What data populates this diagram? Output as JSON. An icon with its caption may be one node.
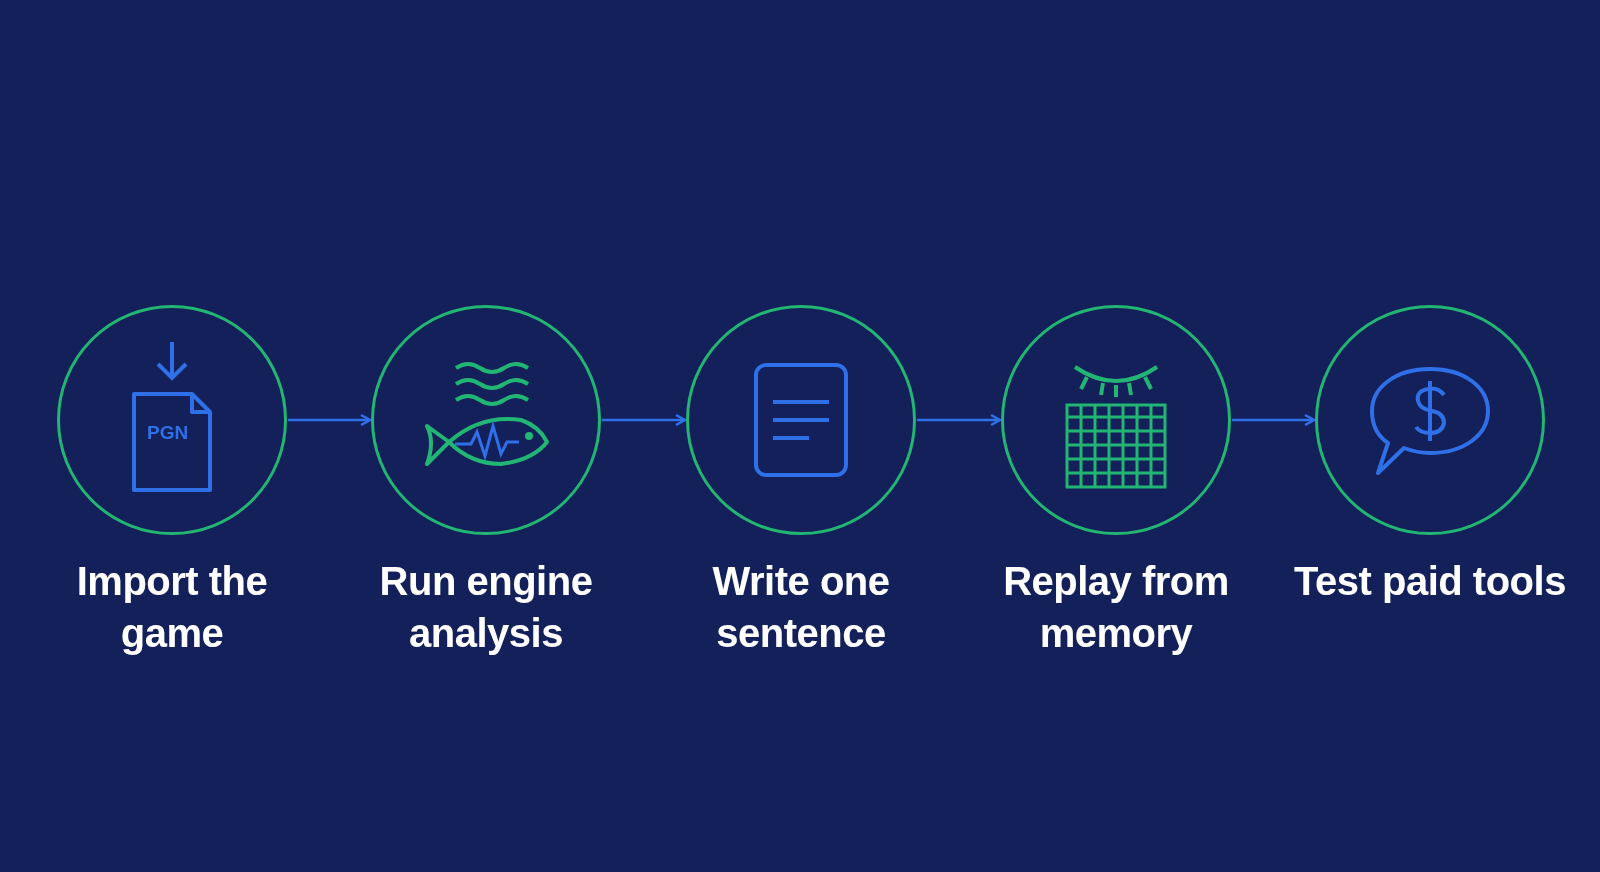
{
  "diagram": {
    "nodes": [
      {
        "text": [
          "Import the game"
        ]
      },
      {
        "text": [
          "Run engine analysis"
        ]
      },
      {
        "text": [
          "Write one sentence"
        ]
      },
      {
        "text": [
          "Replay from memory"
        ]
      },
      {
        "text": [
          "Test paid tools"
        ]
      }
    ],
    "edges": [
      {
        "from": 0,
        "to": 1,
        "arrow": "to"
      },
      {
        "from": 1,
        "to": 2,
        "arrow": "to"
      },
      {
        "from": 2,
        "to": 3,
        "arrow": "to"
      },
      {
        "from": 3,
        "to": 4,
        "arrow": "to"
      }
    ],
    "labels": [
      "PGN"
    ]
  }
}
